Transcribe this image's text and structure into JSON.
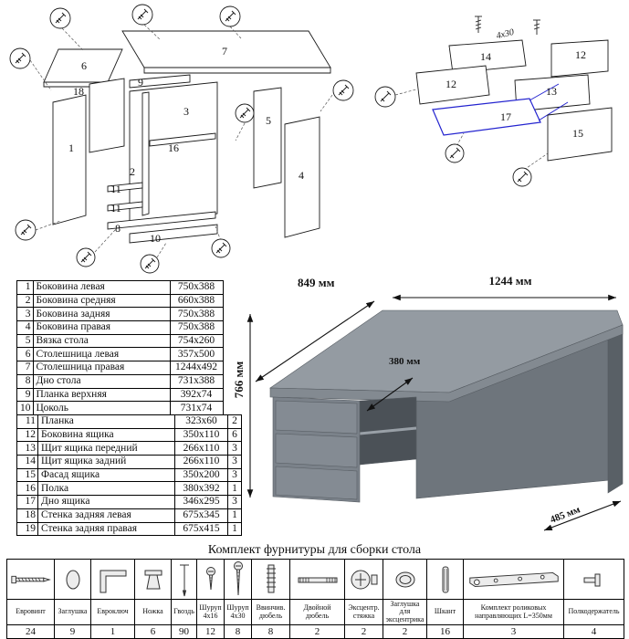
{
  "diagrams": {
    "left": {
      "labels": [
        "7",
        "6",
        "18",
        "1",
        "9",
        "3",
        "16",
        "2",
        "11",
        "11",
        "8",
        "10",
        "5",
        "4"
      ]
    },
    "right": {
      "labels": [
        "14",
        "12",
        "12",
        "13",
        "17",
        "15",
        "4x30"
      ]
    }
  },
  "desk": {
    "dim_top_left": "849 мм",
    "dim_top_right": "1244 мм",
    "dim_height": "766 мм",
    "dim_inner": "380 мм",
    "dim_depth": "485 мм"
  },
  "colors": {
    "drawer_bottom_highlight": "#2323cf",
    "desk_gray_top": "#949ba2",
    "desk_gray_front": "#7b828a"
  },
  "parts1": {
    "rows": [
      [
        "1",
        "Боковина левая",
        "750x388"
      ],
      [
        "2",
        "Боковина средняя",
        "660x388"
      ],
      [
        "3",
        "Боковина задняя",
        "750x388"
      ],
      [
        "4",
        "Боковина правая",
        "750x388"
      ],
      [
        "5",
        "Вязка стола",
        "754x260"
      ],
      [
        "6",
        "Столешница левая",
        "357x500"
      ],
      [
        "7",
        "Столешница правая",
        "1244x492"
      ],
      [
        "8",
        "Дно стола",
        "731x388"
      ],
      [
        "9",
        "Планка верхняя",
        "392x74"
      ],
      [
        "10",
        "Цоколь",
        "731x74"
      ]
    ]
  },
  "parts2": {
    "rows": [
      [
        "11",
        "Планка",
        "323x60",
        "2"
      ],
      [
        "12",
        "Боковина ящика",
        "350x110",
        "6"
      ],
      [
        "13",
        "Щит ящика передний",
        "266x110",
        "3"
      ],
      [
        "14",
        "Щит ящика задний",
        "266x110",
        "3"
      ],
      [
        "15",
        "Фасад ящика",
        "350x200",
        "3"
      ],
      [
        "16",
        "Полка",
        "380x392",
        "1"
      ],
      [
        "17",
        "Дно ящика",
        "346x295",
        "3"
      ],
      [
        "18",
        "Стенка задняя левая",
        "675x345",
        "1"
      ],
      [
        "19",
        "Стенка задняя правая",
        "675x415",
        "1"
      ]
    ]
  },
  "hardware": {
    "title": "Комплект фурнитуры для сборки стола",
    "items": [
      {
        "label": "Евровинт",
        "qty": "24"
      },
      {
        "label": "Заглушка",
        "qty": "9"
      },
      {
        "label": "Евроключ",
        "qty": "1"
      },
      {
        "label": "Ножка",
        "qty": "6"
      },
      {
        "label": "Гвоздь",
        "qty": "90"
      },
      {
        "label": "Шуруп 4x16",
        "qty": "12"
      },
      {
        "label": "Шуруп 4x30",
        "qty": "8"
      },
      {
        "label": "Ввинчив. дюбель",
        "qty": "8"
      },
      {
        "label": "Двойной дюбель",
        "qty": "2"
      },
      {
        "label": "Эксцентр. стяжка",
        "qty": "2"
      },
      {
        "label": "Заглушка для эксцентрика",
        "qty": "2"
      },
      {
        "label": "Шкант",
        "qty": "16"
      },
      {
        "label": "Комплект роликовых направляющих L=350мм",
        "qty": "3"
      },
      {
        "label": "Полкодержатель",
        "qty": "4"
      }
    ]
  }
}
